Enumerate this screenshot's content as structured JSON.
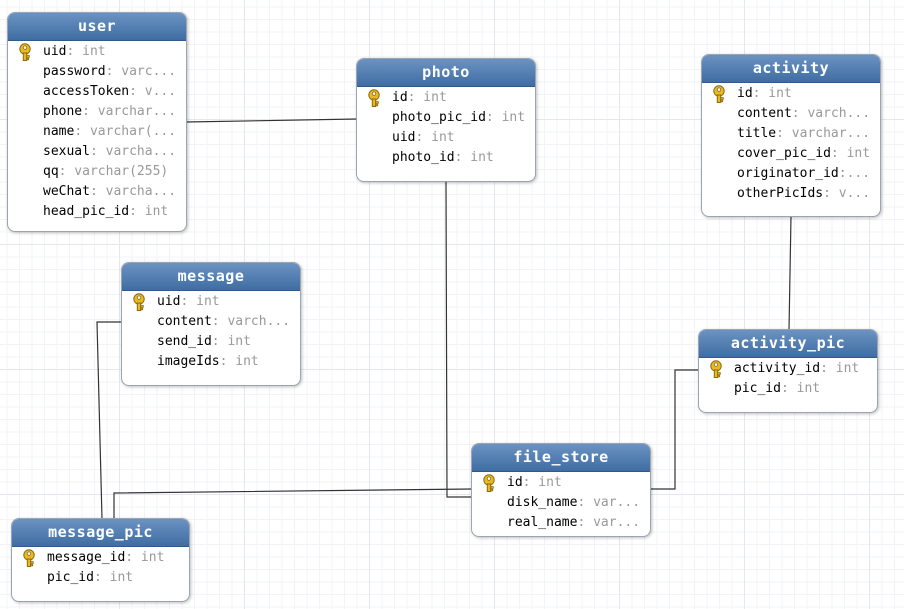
{
  "tables": {
    "user": {
      "name": "user",
      "fields": [
        {
          "name": "uid",
          "type": ": int",
          "pk": true
        },
        {
          "name": "password",
          "type": ": varc...",
          "pk": false
        },
        {
          "name": "accessToken",
          "type": ": v...",
          "pk": false
        },
        {
          "name": "phone",
          "type": ": varchar...",
          "pk": false
        },
        {
          "name": "name",
          "type": ": varchar(...",
          "pk": false
        },
        {
          "name": "sexual",
          "type": ": varcha...",
          "pk": false
        },
        {
          "name": "qq",
          "type": ": varchar(255)",
          "pk": false
        },
        {
          "name": "weChat",
          "type": ": varcha...",
          "pk": false
        },
        {
          "name": "head_pic_id",
          "type": ": int",
          "pk": false
        }
      ]
    },
    "photo": {
      "name": "photo",
      "fields": [
        {
          "name": "id",
          "type": ": int",
          "pk": true
        },
        {
          "name": "photo_pic_id",
          "type": ": int",
          "pk": false
        },
        {
          "name": "uid",
          "type": ": int",
          "pk": false
        },
        {
          "name": "photo_id",
          "type": ": int",
          "pk": false
        }
      ]
    },
    "activity": {
      "name": "activity",
      "fields": [
        {
          "name": "id",
          "type": ": int",
          "pk": true
        },
        {
          "name": "content",
          "type": ": varch...",
          "pk": false
        },
        {
          "name": "title",
          "type": ": varchar...",
          "pk": false
        },
        {
          "name": "cover_pic_id",
          "type": ": int",
          "pk": false
        },
        {
          "name": "originator_id",
          "type": ":...",
          "pk": false
        },
        {
          "name": "otherPicIds",
          "type": ": v...",
          "pk": false
        }
      ]
    },
    "message": {
      "name": "message",
      "fields": [
        {
          "name": "uid",
          "type": ": int",
          "pk": true
        },
        {
          "name": "content",
          "type": ": varch...",
          "pk": false
        },
        {
          "name": "send_id",
          "type": ": int",
          "pk": false
        },
        {
          "name": "imageIds",
          "type": ": int",
          "pk": false
        }
      ]
    },
    "activity_pic": {
      "name": "activity_pic",
      "fields": [
        {
          "name": "activity_id",
          "type": ": int",
          "pk": true
        },
        {
          "name": "pic_id",
          "type": ": int",
          "pk": false
        }
      ]
    },
    "file_store": {
      "name": "file_store",
      "fields": [
        {
          "name": "id",
          "type": ": int",
          "pk": true
        },
        {
          "name": "disk_name",
          "type": ": var...",
          "pk": false
        },
        {
          "name": "real_name",
          "type": ": var...",
          "pk": false
        }
      ]
    },
    "message_pic": {
      "name": "message_pic",
      "fields": [
        {
          "name": "message_id",
          "type": ": int",
          "pk": true
        },
        {
          "name": "pic_id",
          "type": ": int",
          "pk": false
        }
      ]
    }
  },
  "relations": [
    {
      "from": "user",
      "to": "photo"
    },
    {
      "from": "photo",
      "to": "file_store"
    },
    {
      "from": "activity",
      "to": "activity_pic"
    },
    {
      "from": "activity_pic",
      "to": "file_store"
    },
    {
      "from": "message",
      "to": "message_pic"
    },
    {
      "from": "message_pic",
      "to": "file_store"
    }
  ],
  "colors": {
    "header": "#4a78ae",
    "type_text": "#999999",
    "key_icon": "#e8b920",
    "connector": "#333333"
  }
}
